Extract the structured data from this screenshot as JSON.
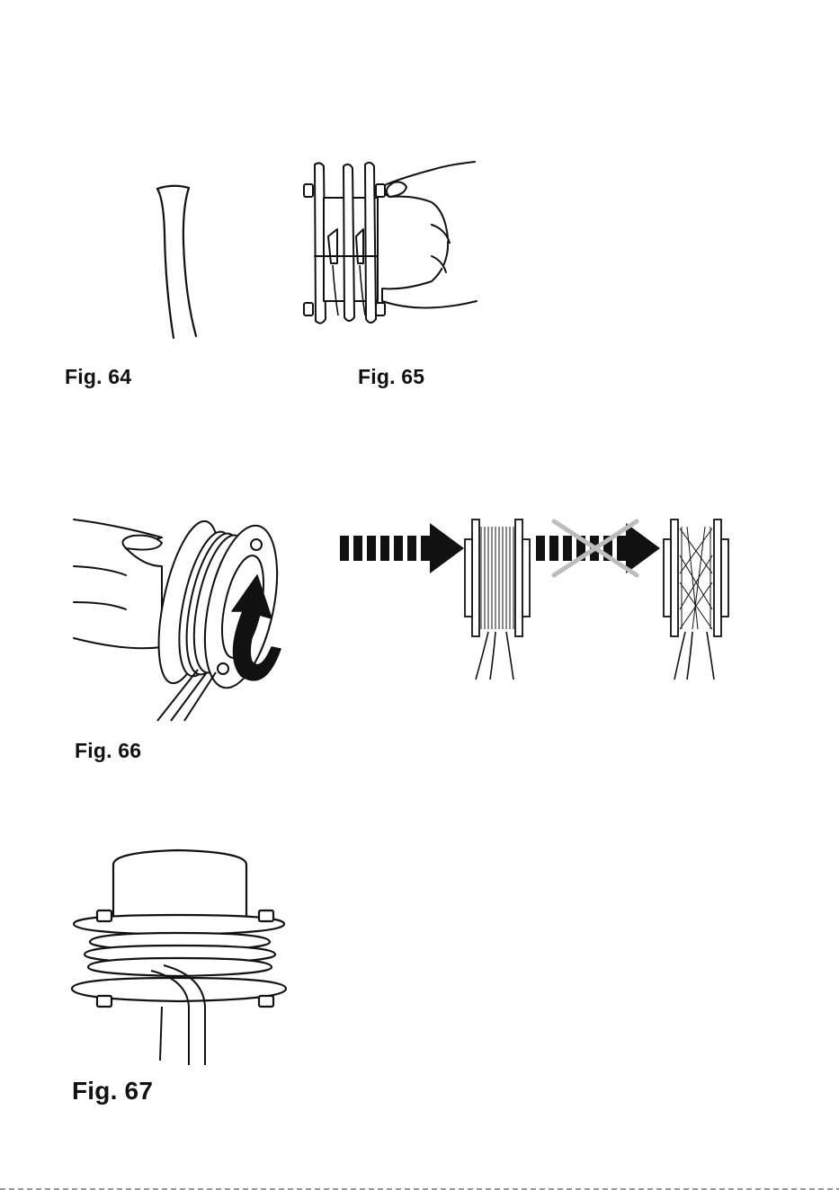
{
  "figures": [
    {
      "id": "fig64",
      "label": "Fig. 64"
    },
    {
      "id": "fig65",
      "label": "Fig. 65"
    },
    {
      "id": "fig66",
      "label": "Fig. 66"
    },
    {
      "id": "fig67",
      "label": "Fig. 67"
    }
  ],
  "colors": {
    "ink": "#111111",
    "cross": "#bdbdbd",
    "paper": "#ffffff"
  },
  "icons": {
    "correct_arrow": "dashed-arrow-right-icon",
    "wrong_arrow": "crossed-dashed-arrow-icon",
    "rotate": "curved-rotate-arrow-icon"
  }
}
